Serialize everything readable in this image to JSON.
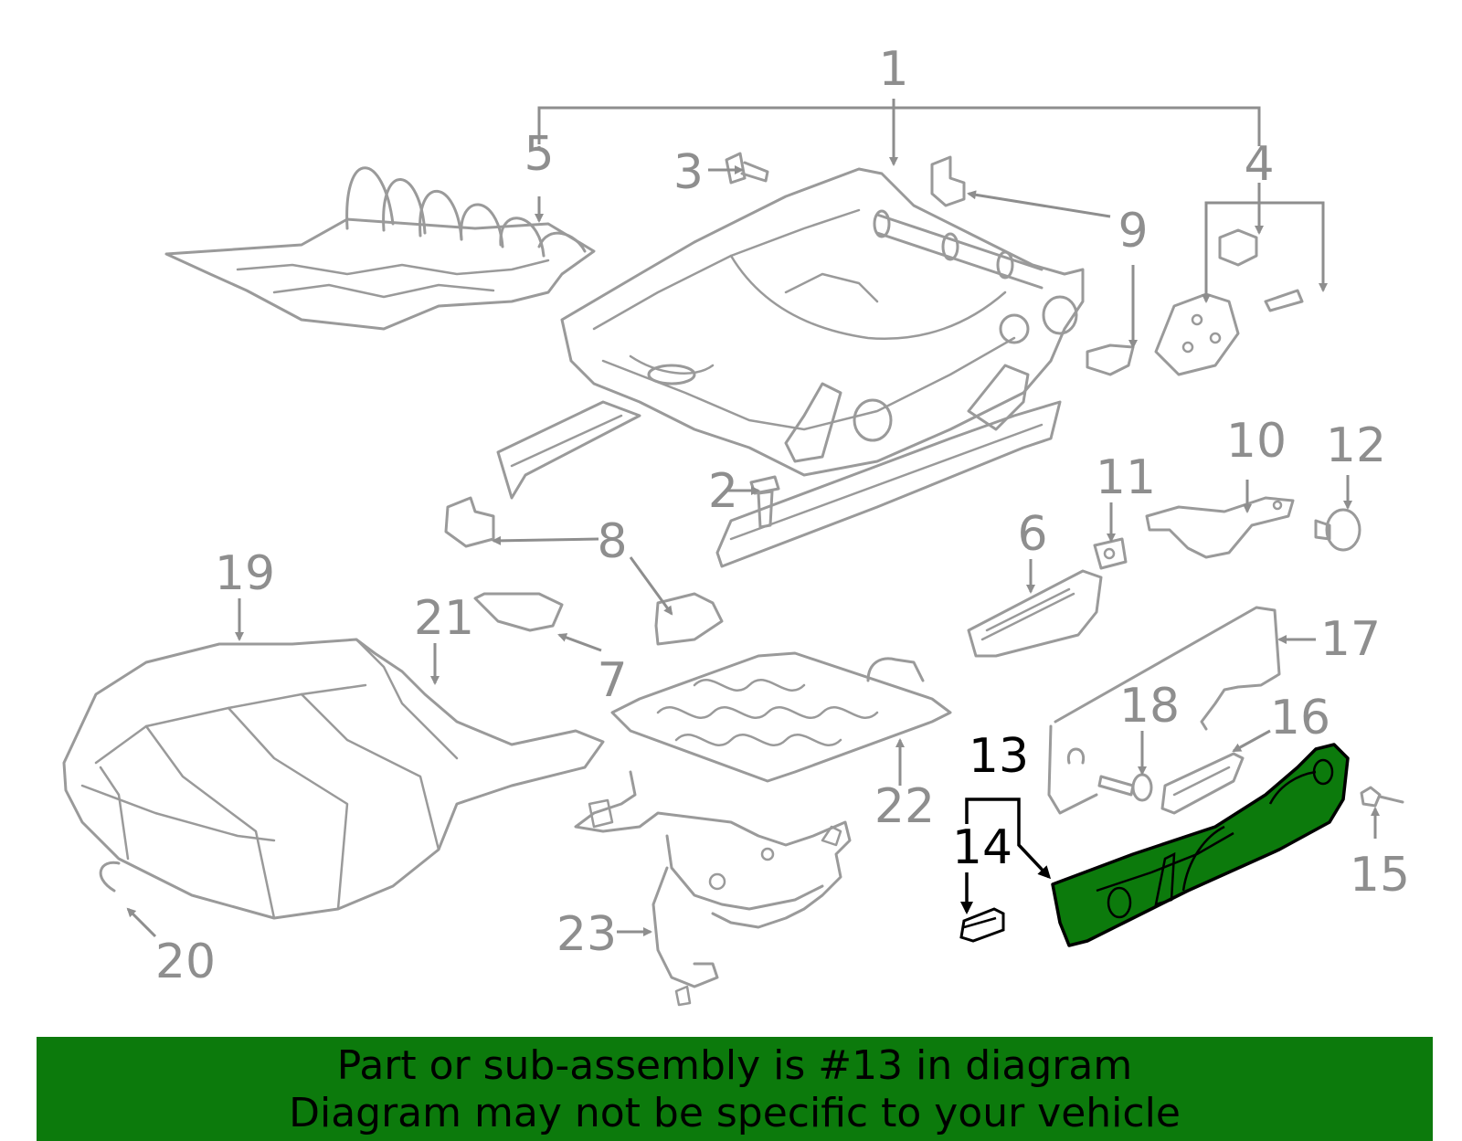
{
  "diagram": {
    "callouts": [
      "1",
      "2",
      "3",
      "4",
      "5",
      "6",
      "7",
      "8",
      "9",
      "10",
      "11",
      "12",
      "13",
      "14",
      "15",
      "16",
      "17",
      "18",
      "19",
      "20",
      "21",
      "22",
      "23"
    ],
    "highlighted_part": "13",
    "highlight_color": "#0c7a0c",
    "line_color": "#9a9a9a",
    "label_color": "#8e8e8e"
  },
  "banner": {
    "line1": "Part or sub-assembly is #13 in diagram",
    "line2": "Diagram may not be specific to your vehicle",
    "background": "#0c7a0c"
  }
}
